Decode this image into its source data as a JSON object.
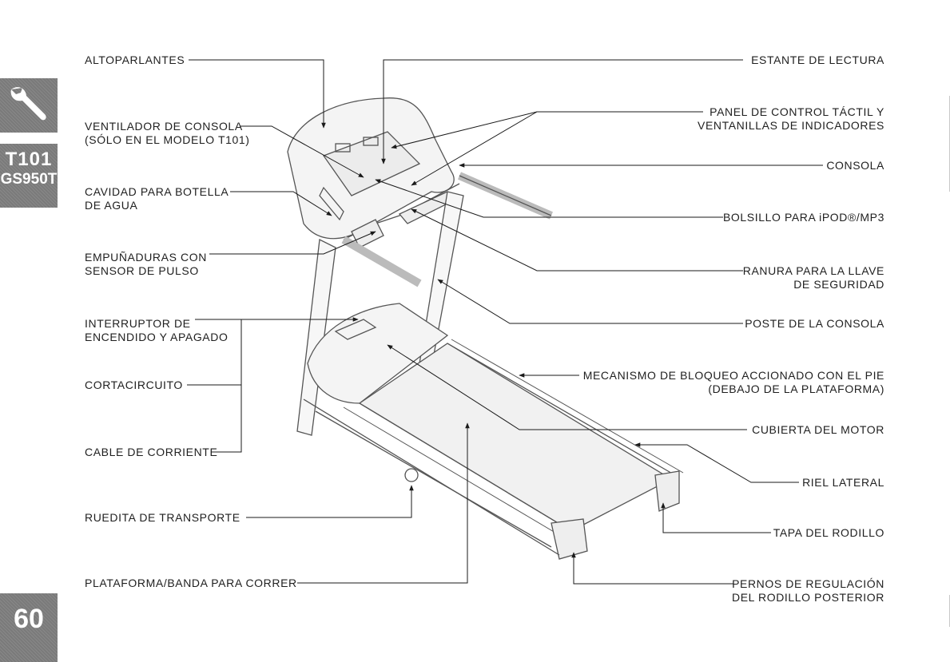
{
  "sidebar": {
    "icon": "wrench-icon",
    "model_line1": "T101",
    "model_line2": "GS950T",
    "page_number": "60"
  },
  "labels": {
    "altoparlantes": [
      "ALTOPARLANTES"
    ],
    "ventilador": [
      "VENTILADOR DE CONSOLA",
      "(SÓLO EN EL MODELO T101)"
    ],
    "cavidad": [
      "CAVIDAD PARA BOTELLA",
      "DE AGUA"
    ],
    "empunaduras": [
      "EMPUÑADURAS CON",
      "SENSOR DE PULSO"
    ],
    "interruptor": [
      "INTERRUPTOR DE",
      "ENCENDIDO Y APAGADO"
    ],
    "cortacircuito": [
      "CORTACIRCUITO"
    ],
    "cable": [
      "CABLE DE CORRIENTE"
    ],
    "ruedita": [
      "RUEDITA DE TRANSPORTE"
    ],
    "plataforma": [
      "PLATAFORMA/BANDA PARA CORRER"
    ],
    "estante": [
      "ESTANTE DE LECTURA"
    ],
    "panel": [
      "PANEL DE CONTROL TÁCTIL Y",
      "VENTANILLAS DE INDICADORES"
    ],
    "consola": [
      "CONSOLA"
    ],
    "bolsillo": [
      "BOLSILLO PARA iPOD®/MP3"
    ],
    "ranura": [
      "RANURA PARA LA LLAVE",
      "DE SEGURIDAD"
    ],
    "poste": [
      "POSTE DE LA CONSOLA"
    ],
    "mecanismo": [
      "MECANISMO DE BLOQUEO ACCIONADO CON EL PIE",
      "(DEBAJO DE LA PLATAFORMA)"
    ],
    "cubierta": [
      "CUBIERTA DEL MOTOR"
    ],
    "riel": [
      "RIEL LATERAL"
    ],
    "tapa": [
      "TAPA DEL RODILLO"
    ],
    "pernos": [
      "PERNOS DE REGULACIÓN",
      "DEL RODILLO POSTERIOR"
    ]
  }
}
